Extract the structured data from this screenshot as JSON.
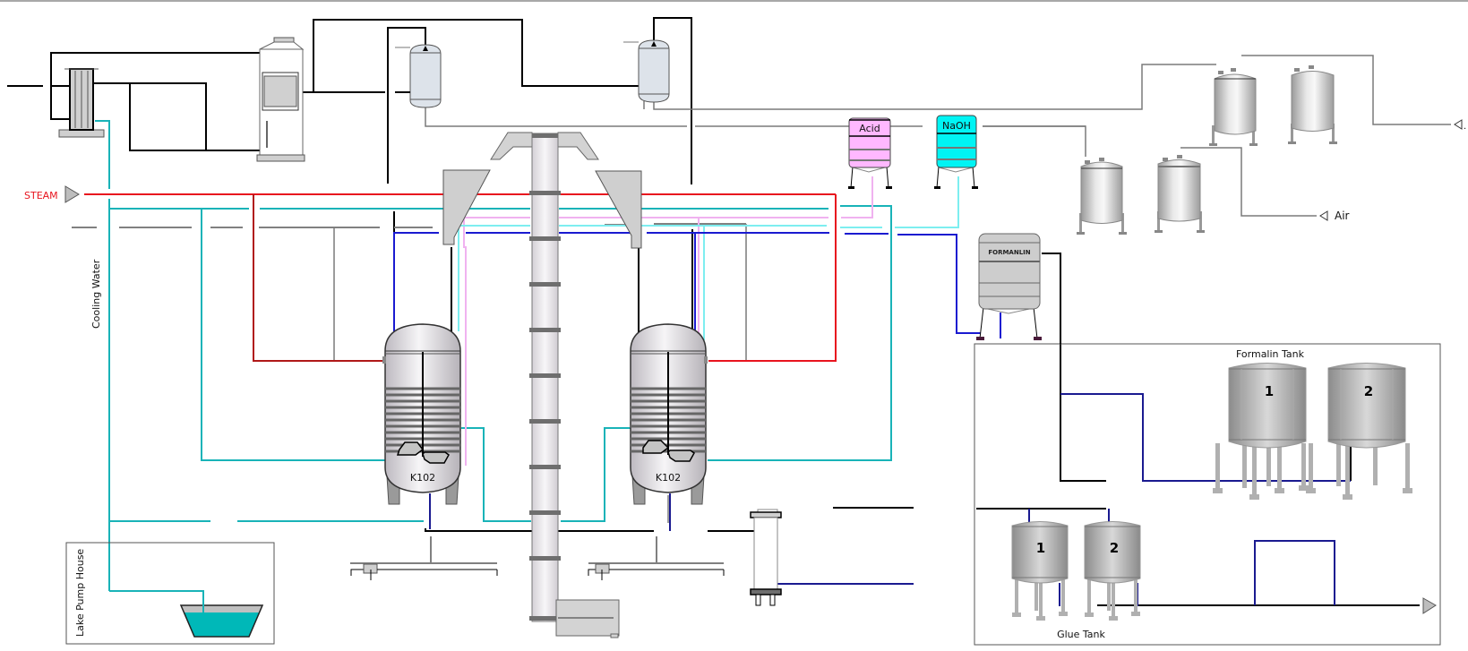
{
  "diagram": {
    "title": "Glue Plant Process Flow",
    "labels": {
      "steam": "STEAM",
      "cooling_water": "Cooling Water",
      "lake_pump_house": "Lake Pump House",
      "air": "Air",
      "acid": "Acid",
      "naoh": "NaOH",
      "formanlin": "FORMANLIN",
      "formalin_tank": "Formalin Tank",
      "glue_tank": "Glue Tank",
      "reactor_1": "K102",
      "reactor_2": "K102",
      "formalin_tank_1": "1",
      "formalin_tank_2": "2",
      "glue_tank_1": "1",
      "glue_tank_2": "2",
      "right_edge_marker": "."
    },
    "colors": {
      "steam": "#e8141e",
      "cooling_water": "#19b3b8",
      "acid": "#f0b2f0",
      "naoh": "#00f0f0",
      "process_blue": "#1a1ad0",
      "product_navy": "#1a1a90",
      "process_black": "#000000",
      "utility_grey": "#808080"
    },
    "equipment": [
      {
        "id": "heat-exchanger",
        "type": "heat-exchanger"
      },
      {
        "id": "scrubber",
        "type": "column"
      },
      {
        "id": "separator-1",
        "type": "vessel"
      },
      {
        "id": "separator-2",
        "type": "vessel"
      },
      {
        "id": "bucket-elevator",
        "type": "elevator"
      },
      {
        "id": "hopper-left",
        "type": "hopper"
      },
      {
        "id": "hopper-right",
        "type": "hopper"
      },
      {
        "id": "reactor-1",
        "type": "reactor",
        "label_ref": "reactor_1"
      },
      {
        "id": "reactor-2",
        "type": "reactor",
        "label_ref": "reactor_2"
      },
      {
        "id": "acid-tank",
        "type": "tank"
      },
      {
        "id": "naoh-tank",
        "type": "tank"
      },
      {
        "id": "formanlin-day-tank",
        "type": "tank"
      },
      {
        "id": "air-receiver-1",
        "type": "tank"
      },
      {
        "id": "air-receiver-2",
        "type": "tank"
      },
      {
        "id": "air-receiver-3",
        "type": "tank"
      },
      {
        "id": "air-receiver-4",
        "type": "tank"
      },
      {
        "id": "filter",
        "type": "filter"
      },
      {
        "id": "formalin-tank-1",
        "type": "storage-tank"
      },
      {
        "id": "formalin-tank-2",
        "type": "storage-tank"
      },
      {
        "id": "glue-tank-1",
        "type": "storage-tank"
      },
      {
        "id": "glue-tank-2",
        "type": "storage-tank"
      },
      {
        "id": "lake-basin",
        "type": "basin"
      }
    ]
  }
}
